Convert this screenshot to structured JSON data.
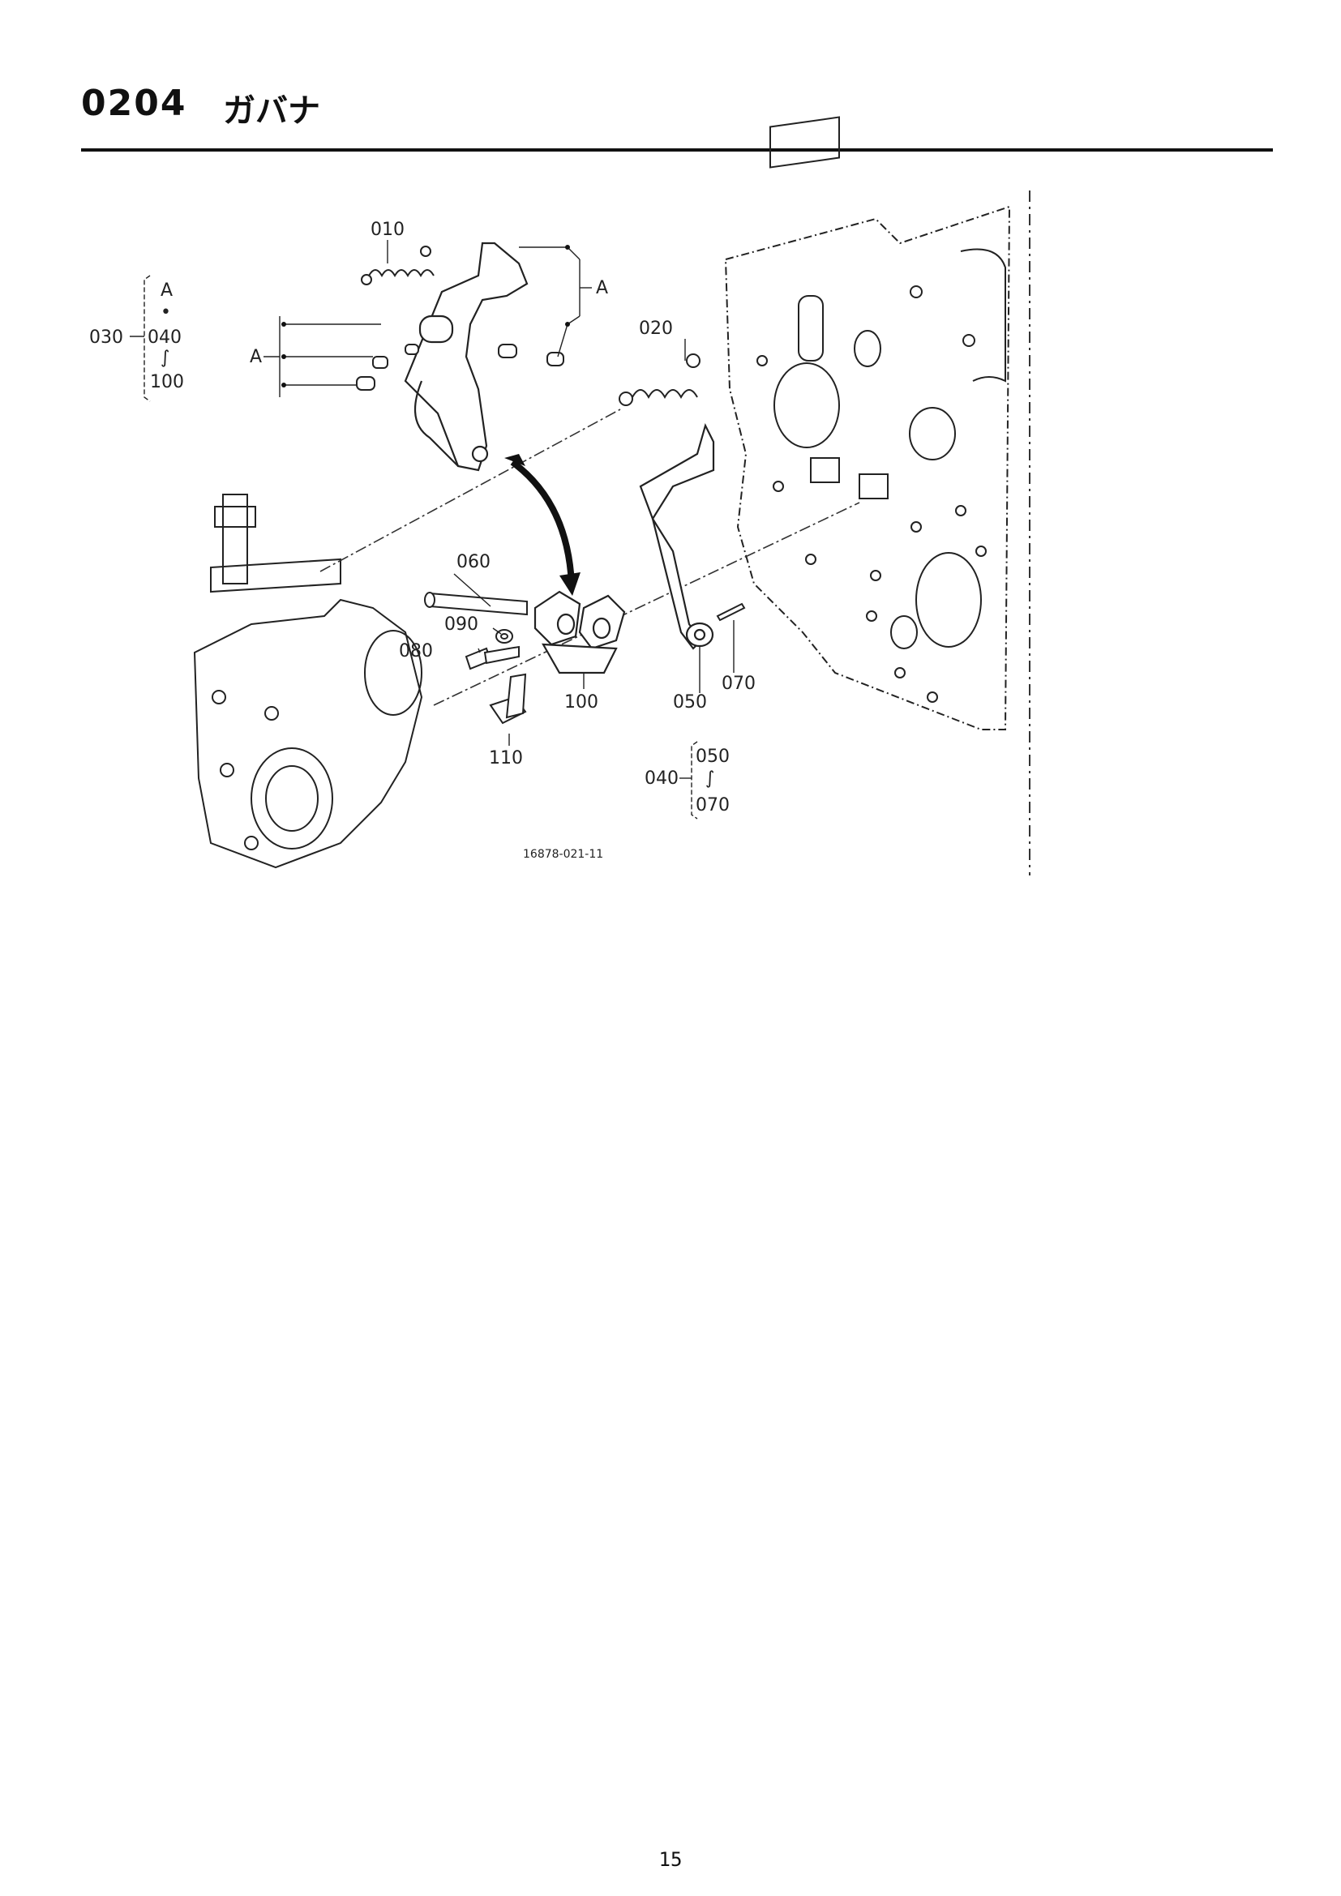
{
  "header": {
    "section_number": "0204",
    "section_title": "ガバナ"
  },
  "diagram": {
    "drawing_id": "16878-021-11",
    "callouts": [
      "010",
      "020",
      "050",
      "060",
      "070",
      "080",
      "090",
      "100",
      "110"
    ],
    "group_030": {
      "id": "030",
      "top": "A",
      "bullet": "•",
      "from": "040",
      "tilde": "∫",
      "to": "100"
    },
    "group_040": {
      "id": "040",
      "from": "050",
      "tilde": "∫",
      "to": "070"
    },
    "ref_A": "A"
  },
  "footer": {
    "page_number": "15"
  }
}
